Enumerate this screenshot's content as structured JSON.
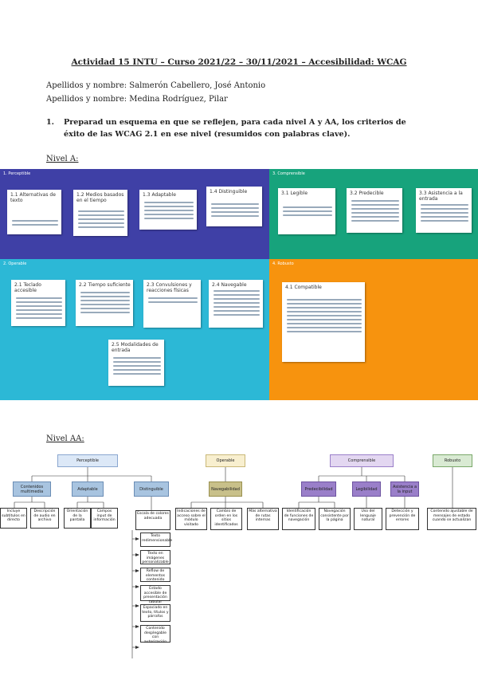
{
  "header": {
    "title": "Actividad 15 INTU – Curso 2021/22 – 30/11/2021 – Accesibilidad: WCAG",
    "author1": "Apellidos y nombre: Salmerón Cabellero, José Antonio",
    "author2": "Apellidos y nombre: Medina Rodríguez, Pilar"
  },
  "question": {
    "number": "1.",
    "text": "Preparad un esquema en que se reflejen, para cada nivel A y AA, los criterios de éxito de las WCAG 2.1 en ese nivel (resumidos con palabras clave)."
  },
  "levelA": {
    "heading": "Nivel  A:",
    "colors": {
      "perceptible": "#3f40a6",
      "comprensible": "#17a37c",
      "operable": "#2cb8d6",
      "robusto": "#f7930e"
    },
    "regions": {
      "perceptible": {
        "label": "1. Perceptible"
      },
      "comprensible": {
        "label": "3. Comprensible"
      },
      "operable": {
        "label": "2. Operable"
      },
      "robusto": {
        "label": "4. Robusto"
      }
    },
    "notes": [
      {
        "title": "1.1 Alternativas de texto"
      },
      {
        "title": "1.2 Medios basados en el tiempo"
      },
      {
        "title": "1.3 Adaptable"
      },
      {
        "title": "1.4 Distinguible"
      },
      {
        "title": "3.1 Legible"
      },
      {
        "title": "3.2 Predecible"
      },
      {
        "title": "3.3 Asistencia a la entrada"
      },
      {
        "title": "2.1 Teclado accesible"
      },
      {
        "title": "2.2 Tiempo suficiente"
      },
      {
        "title": "2.3 Convulsiones y reacciones físicas"
      },
      {
        "title": "2.4 Navegable"
      },
      {
        "title": "2.5 Modalidades de entrada"
      },
      {
        "title": "4.1 Compatible"
      }
    ]
  },
  "levelAA": {
    "heading": "Nivel AA:",
    "top": {
      "perceptible": "Perceptible",
      "operable": "Operable",
      "comprensible": "Comprensible",
      "robusto": "Robusto"
    },
    "colors": {
      "blue": "#dce8f7",
      "yellow": "#f8efcf",
      "purple": "#c9b5e6",
      "green": "#d9ead3",
      "sub_blue": "#a8c4e0",
      "sub_olive": "#c8c08a",
      "sub_purple": "#9a7fc9"
    },
    "mid": {
      "contenidos": "Contenidos multimedia",
      "adaptable": "Adaptable",
      "distinguible": "Distinguible",
      "navegabilidad": "Navegabilidad",
      "predecibilidad": "Predecibilidad",
      "legibilidad": "Legibilidad",
      "asistencia": "Asistencia a la input"
    },
    "leaves": {
      "l1": "Incluye subtitulos en directo",
      "l2": "Descripción de audio en archivo",
      "l3": "Orientación de la pantalla",
      "l4": "Campos input de información",
      "l5": "Escala de colores adecuada",
      "l6": "Indicaciones de acceso sobre el módulo visitado",
      "l7": "Cambio de orden en los sitios identificados",
      "l8": "Más alternativa de rutas internas",
      "l9": "Identificación de funciones de navegación",
      "l10": "Navegación consistente por la página",
      "l11": "Uso del lenguaje natural",
      "l12": "Detección y prevención de errores",
      "l13": "Contenido ajustable de mensajes de estado cuando se actualizan"
    },
    "chain": {
      "c1": "Texto redimensionable",
      "c2": "Texto en imágenes personalizable",
      "c3": "Reflow de elementos contenido",
      "c4": "Estado accesible de presentación tabular",
      "c5": "Espaciado en texto, títulos y párrafos",
      "c6": "Contenido desplegable con autorización"
    }
  }
}
